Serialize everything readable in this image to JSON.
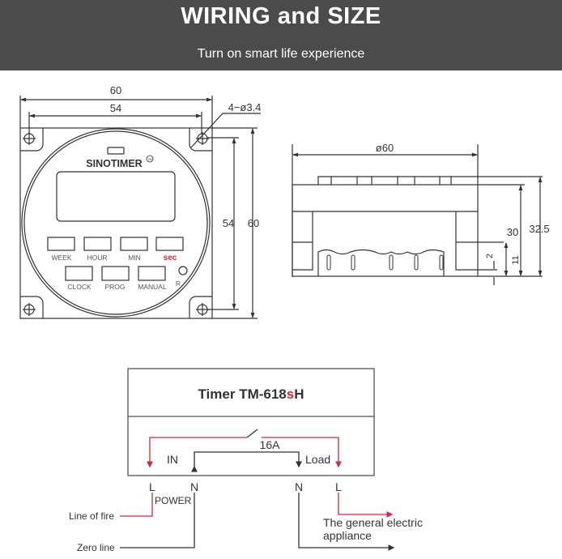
{
  "header": {
    "title": "WIRING and SIZE",
    "subtitle": "Turn on smart life experience"
  },
  "front_view": {
    "dim_width_outer": "60",
    "dim_width_inner": "54",
    "dim_holes": "4−ø3.4",
    "dim_height_inner": "54",
    "dim_height_outer": "60",
    "brand": "SINOTIMER",
    "trademark": "TM",
    "buttons_row1": [
      "WEEK",
      "HOUR",
      "MIN",
      "sec"
    ],
    "buttons_row2": [
      "CLOCK",
      "PROG",
      "MANUAL"
    ],
    "reset_label": "R"
  },
  "side_view": {
    "dim_diameter": "ø60",
    "dim_30": "30",
    "dim_32_5": "32.5",
    "dim_11": "11",
    "dim_2": "2"
  },
  "wiring": {
    "model_prefix": "Timer TM-618",
    "model_s": "s",
    "model_suffix": "H",
    "rating": "16A",
    "in_label": "IN",
    "load_label": "Load",
    "term_L_in": "L",
    "term_N_in": "N",
    "term_N_out": "N",
    "term_L_out": "L",
    "power_label": "POWER",
    "line_of_fire": "Line  of fire",
    "zero_line": "Zero line",
    "appliance_line1": "The general electric",
    "appliance_line2": "appliance"
  },
  "colors": {
    "header_bg": "#4b4b4b",
    "accent_red": "#d9253a",
    "line": "#333333"
  }
}
